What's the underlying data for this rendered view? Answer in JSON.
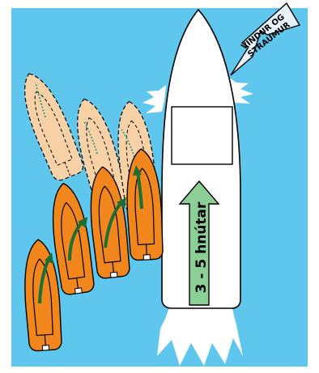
{
  "colors": {
    "water": "#5fc7ee",
    "ship_hull": "#ffffff",
    "ship_outline": "#000000",
    "lifeboat": "#f0861c",
    "lifeboat_ghost": "#f8d2a6",
    "course_arrow": "#1c6e34",
    "ghost_course": "#3aa48a",
    "speed_arrow": "#8ccf96",
    "wind_arrow": "#e7f2fb"
  },
  "labels": {
    "wind_current": [
      "VINDUR OG",
      "STRAUMUR"
    ],
    "speed": "3 - 5 hnútar"
  },
  "icons": {
    "ship": "ship-icon",
    "lifeboat": "lifeboat-icon",
    "wind": "wind-arrow-icon",
    "speed": "speed-arrow-icon",
    "course": "course-arrow-icon"
  }
}
